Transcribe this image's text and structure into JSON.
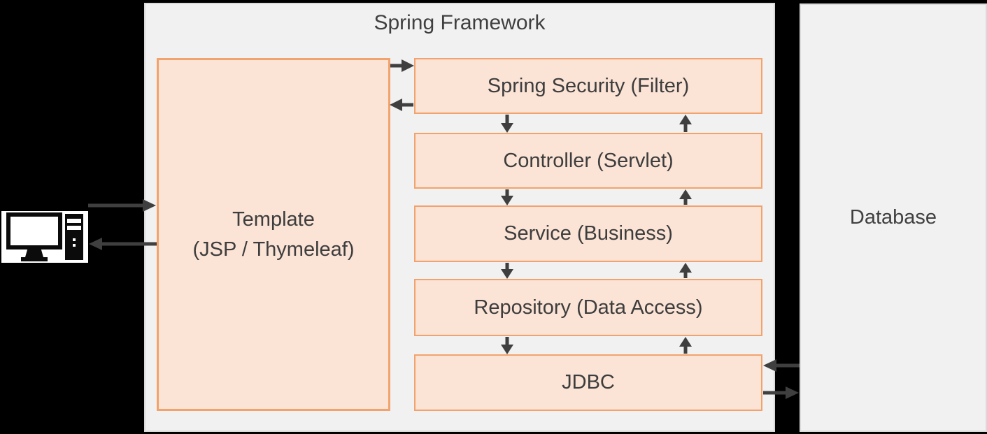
{
  "framework": {
    "title": "Spring Framework"
  },
  "template": {
    "line1": "Template",
    "line2": "(JSP / Thymeleaf)"
  },
  "layers": [
    {
      "id": "security",
      "label": "Spring Security (Filter)"
    },
    {
      "id": "controller",
      "label": "Controller (Servlet)"
    },
    {
      "id": "service",
      "label": "Service (Business)"
    },
    {
      "id": "repository",
      "label": "Repository (Data Access)"
    },
    {
      "id": "jdbc",
      "label": "JDBC"
    }
  ],
  "database": {
    "label": "Database"
  },
  "client": {
    "icon": "desktop-computer-icon"
  },
  "colors": {
    "background": "#000000",
    "container_fill": "#f1f1f1",
    "container_border": "#dadada",
    "box_fill": "#fbe3d6",
    "box_border": "#f2a36d",
    "arrow": "#3f3f3f",
    "text": "#3d3d3d"
  }
}
